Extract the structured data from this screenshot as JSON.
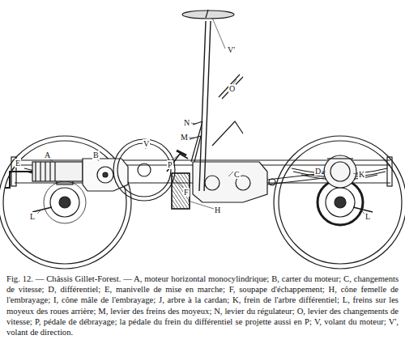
{
  "diagram": {
    "caption": "Fig. 12. — Châssis Gillet-Forest. — A, moteur horizontal monocylindrique; B, carter du moteur; C, changements de vitesse; D, différentiel; E, manivelle de mise en marche; F, soupape d'échappement; H, cône femelle de l'embrayage; I, cône mâle de l'embrayage; J, arbre à la cardan; K, frein de l'arbre différentiel; L, freins sur les moyeux des roues arrière; M, levier des freins des moyeux; N, levier du régulateur; O, levier des changements de vitesse; P, pédale de débrayage; la pédale du frein du différentiel se projette aussi en P; V, volant du moteur; V', volant de direction.",
    "labels": [
      "V'",
      "O",
      "N",
      "M",
      "P",
      "F",
      "V",
      "E",
      "A",
      "B",
      "C",
      "D",
      "H",
      "K",
      "L",
      "L"
    ]
  }
}
